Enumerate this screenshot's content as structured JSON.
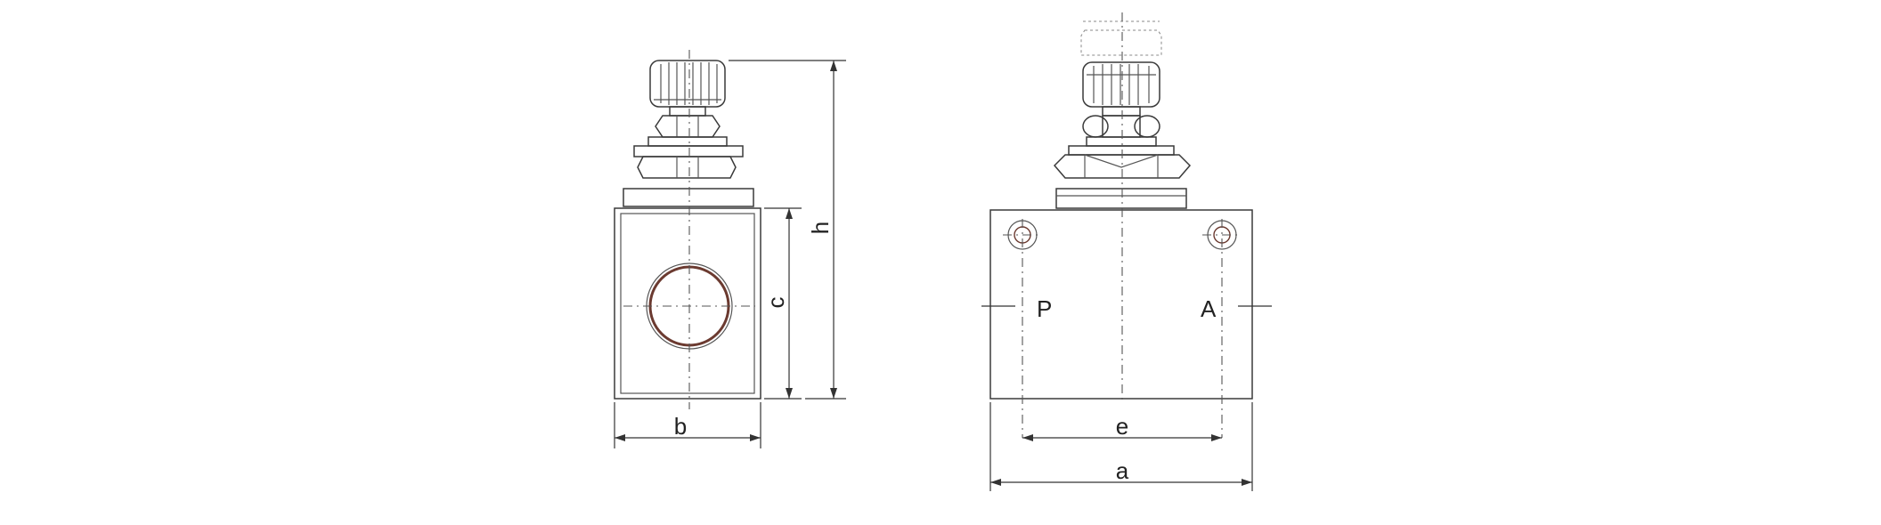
{
  "labels": {
    "b": "b",
    "c": "c",
    "h": "h",
    "e": "e",
    "a": "a",
    "P": "P",
    "A": "A"
  },
  "colors": {
    "line": "#3a3a3a",
    "port_ring": "#6b3a30",
    "background": "#ffffff"
  }
}
